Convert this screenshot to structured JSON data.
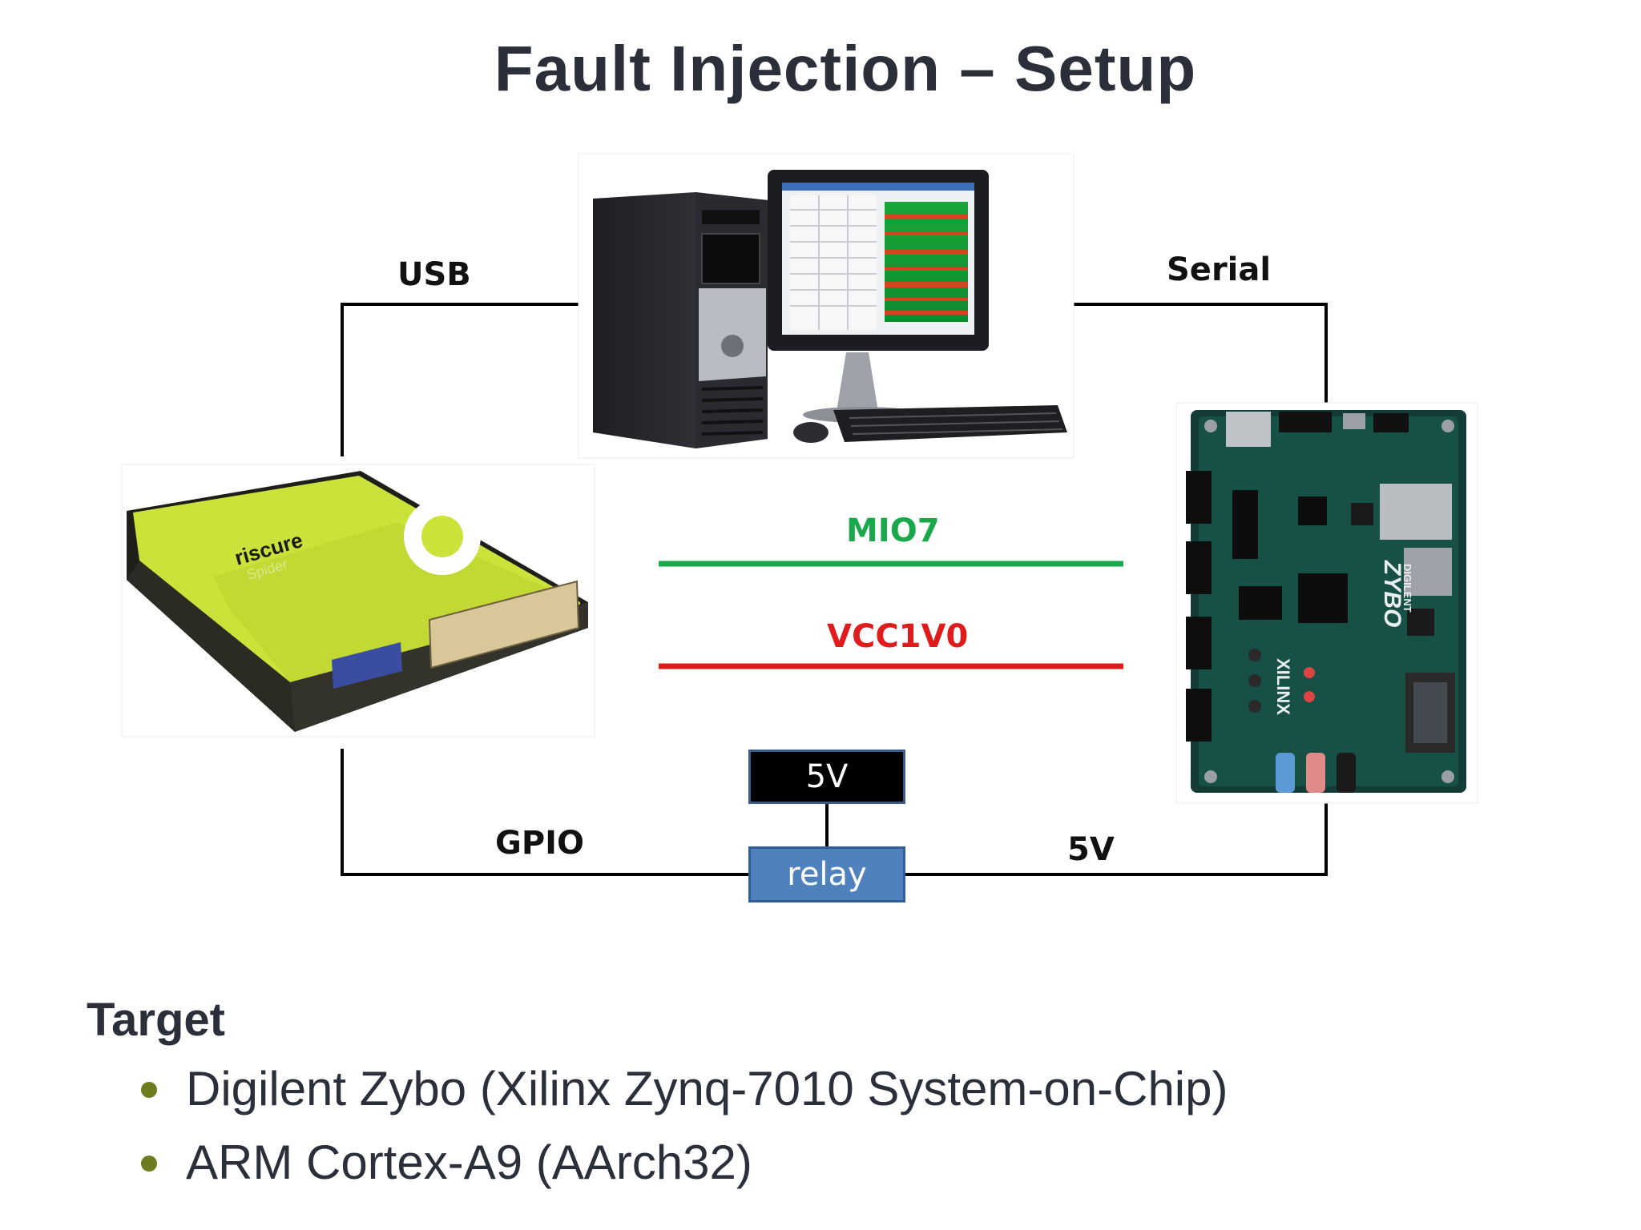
{
  "title": "Fault Injection – Setup",
  "labels": {
    "usb": "USB",
    "serial": "Serial",
    "mio7": "MIO7",
    "vcc": "VCC1V0",
    "gpio": "GPIO",
    "fivev_right": "5V",
    "fivev_box": "5V",
    "relay": "relay"
  },
  "devices": {
    "riscure_brand": "riscure",
    "riscure_model": "Spider",
    "board_brand": "ZYBO",
    "board_maker": "XILINX",
    "board_vendor": "DIGILENT"
  },
  "colors": {
    "mio7": "#19a84b",
    "vcc": "#e01b1b",
    "relay": "#4f81bd",
    "bullet": "#6b7d1e"
  },
  "target": {
    "heading": "Target",
    "items": [
      "Digilent Zybo (Xilinx Zynq-7010 System-on-Chip)",
      "ARM Cortex-A9 (AArch32)"
    ]
  }
}
